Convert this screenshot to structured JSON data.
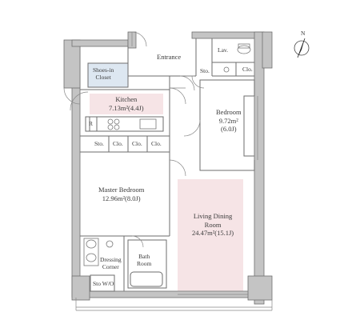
{
  "compass": {
    "north_label": "N"
  },
  "rooms": {
    "entrance": {
      "name": "Entrance"
    },
    "lavatory": {
      "name": "Lav."
    },
    "storage_top": {
      "name": "Sto."
    },
    "closet_top": {
      "name": "Clo."
    },
    "shoes_closet": {
      "name_line1": "Shoes-in",
      "name_line2": "Closet"
    },
    "kitchen": {
      "name": "Kitchen",
      "area": "7.13m²(4.4J)"
    },
    "bedroom": {
      "name": "Bedroom",
      "area": "9.72m²",
      "tatami": "(6.0J)"
    },
    "refrigerator": {
      "name": "R"
    },
    "sto_row": {
      "name": "Sto."
    },
    "clo_row": [
      "Clo.",
      "Clo.",
      "Clo."
    ],
    "master_bedroom": {
      "name": "Master Bedroom",
      "area": "12.96m²(8.0J)"
    },
    "living_dining": {
      "name_line1": "Living Dining",
      "name_line2": "Room",
      "area": "24.47m²(15.1J)"
    },
    "dressing_corner": {
      "name_line1": "Dressing",
      "name_line2": "Corner"
    },
    "bath_room": {
      "name_line1": "Bath",
      "name_line2": "Room"
    },
    "sto_wo": {
      "name": "Sto",
      "suffix": "W/O"
    }
  },
  "colors": {
    "wall": "#bfbfbf",
    "wall_stroke": "#6e6e6e",
    "pink_fill": "#f6e4e6",
    "blue_fill": "#dde7f1",
    "line": "#777777"
  }
}
